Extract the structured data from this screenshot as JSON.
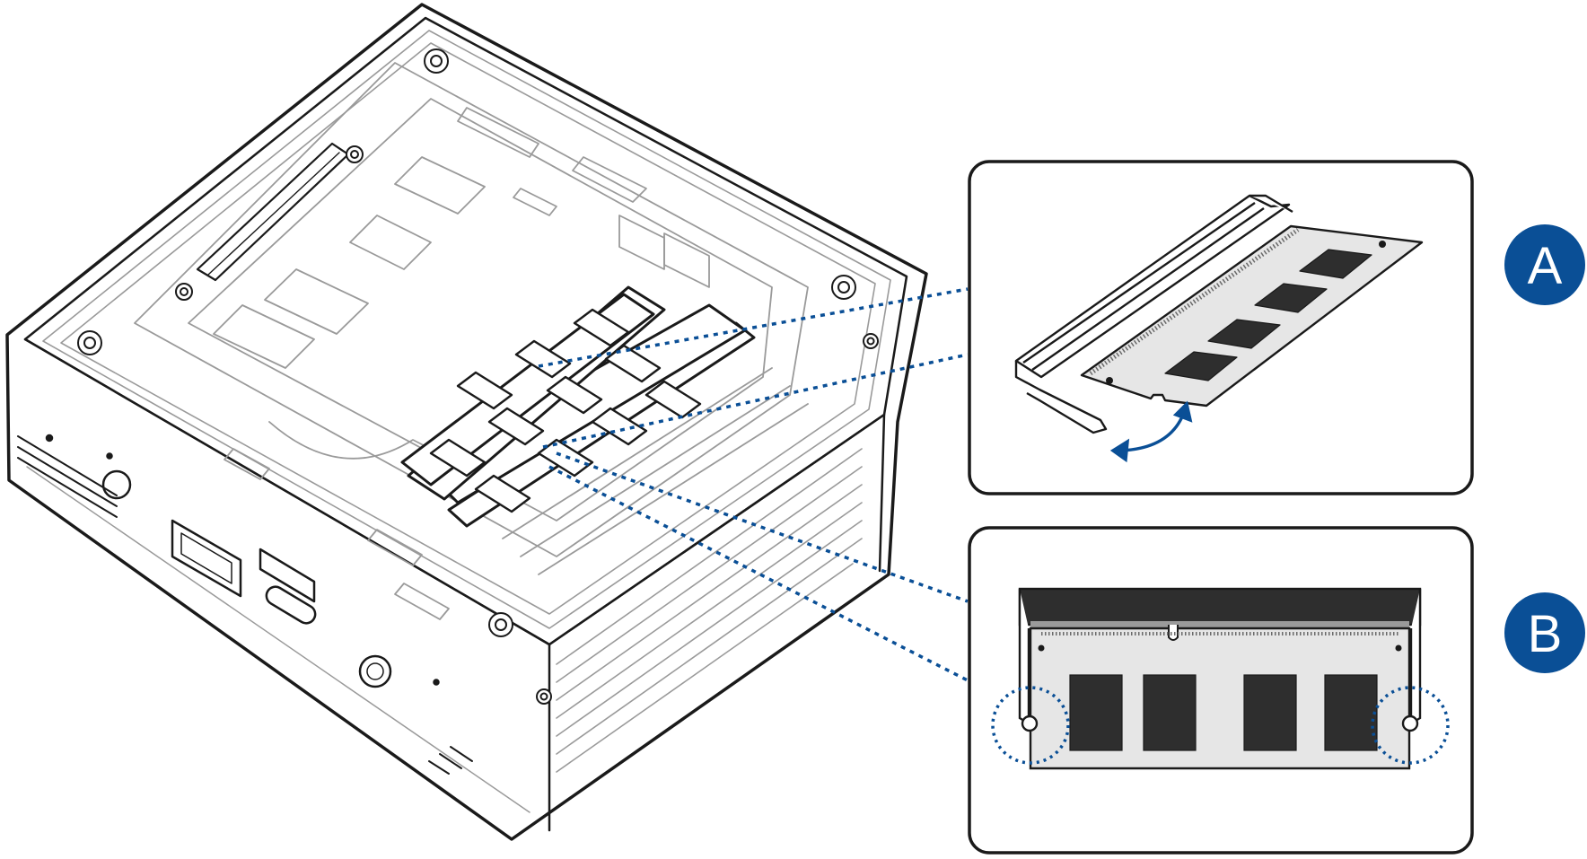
{
  "callouts": [
    {
      "id": "A",
      "label": "A"
    },
    {
      "id": "B",
      "label": "B"
    }
  ],
  "colors": {
    "accent": "#0a4f96",
    "outline": "#1a1a1a",
    "line_gray": "#9a9a9a",
    "chip": "#2e2e2e",
    "module": "#e6e6e6"
  },
  "icons": {
    "motion_arrow": "curved-double-arrow-icon",
    "latch_highlight": "dotted-circle-icon"
  }
}
